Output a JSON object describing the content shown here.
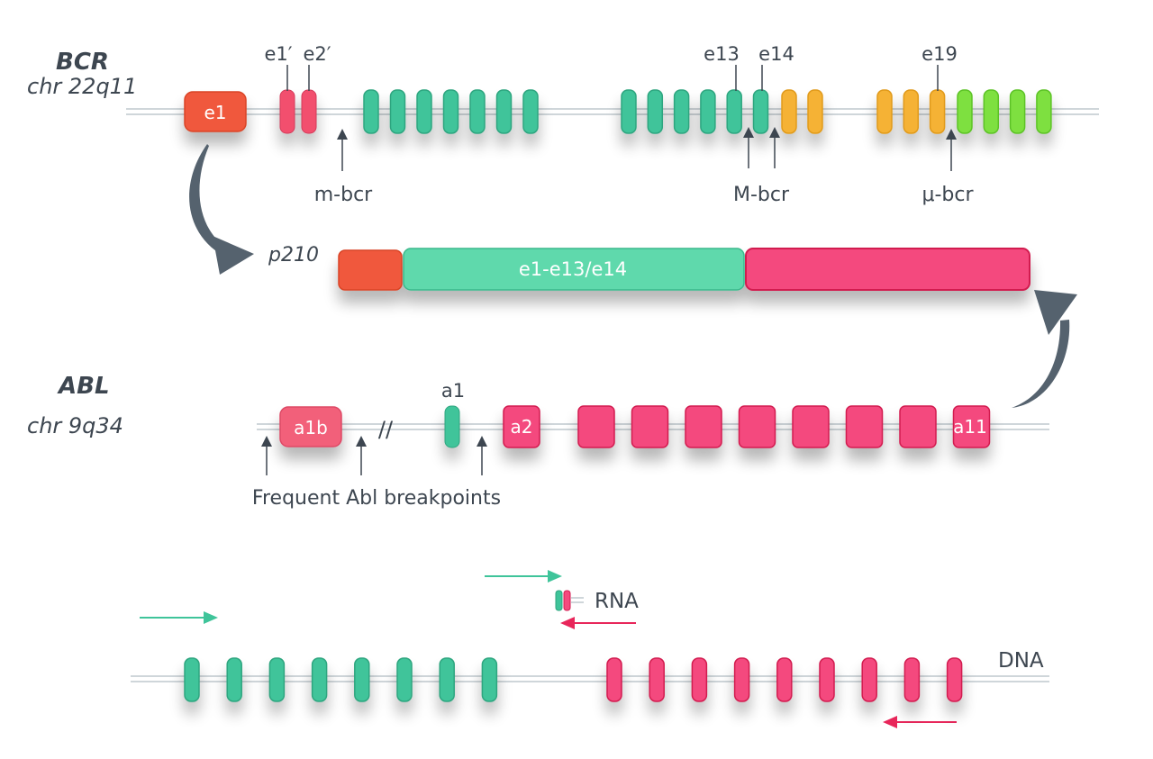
{
  "colors": {
    "orange": "#f0583c",
    "pink": "#f2506e",
    "teal": "#3fc49a",
    "amber": "#f5b234",
    "lime": "#7ee040",
    "red": "#e8265a",
    "dark": "#55626e",
    "text": "#3d4650",
    "line": "#cfd6da"
  },
  "bcr": {
    "gene": "BCR",
    "chromosome": "chr 22q11",
    "exon_e1": "e1",
    "labels": {
      "e1p": "e1′",
      "e2p": "e2′",
      "e13": "e13",
      "e14": "e14",
      "e19": "e19"
    },
    "breakpoints": {
      "minor": "m-bcr",
      "major": "M-bcr",
      "micro": "μ-bcr"
    }
  },
  "fusion": {
    "protein": "p210",
    "segment_label": "e1-e13/e14"
  },
  "abl": {
    "gene": "ABL",
    "chromosome": "chr 9q34",
    "exon_a1b": "a1b",
    "exon_a1": "a1",
    "exon_a2": "a2",
    "exon_a11": "a11",
    "break_mark": "//",
    "breakpoints_label": "Frequent Abl breakpoints"
  },
  "assay": {
    "rna_label": "RNA",
    "dna_label": "DNA"
  }
}
